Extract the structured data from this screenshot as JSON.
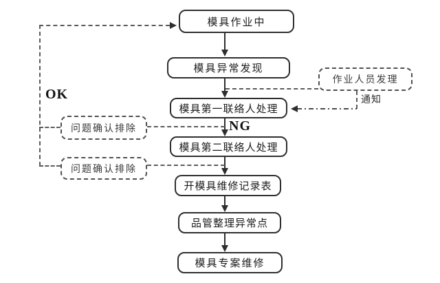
{
  "diagram": {
    "kind": "flowchart",
    "topic": "mold-abnormality-handling-process",
    "colors": {
      "background": "#ffffff",
      "solid_line": "#2e2e2e",
      "dashed_line": "#5a5a5a",
      "text": "#1c1c1c"
    }
  },
  "nodes": {
    "operating": {
      "label": "模具作业中",
      "style": "solid"
    },
    "abnormal": {
      "label": "模具异常发现",
      "style": "solid"
    },
    "contact1": {
      "label": "模具第一联络人处理",
      "style": "solid"
    },
    "contact2": {
      "label": "模具第二联络人处理",
      "style": "solid"
    },
    "record": {
      "label": "开模具维修记录表",
      "style": "solid"
    },
    "qc": {
      "label": "品管整理异常点",
      "style": "solid"
    },
    "repair": {
      "label": "模具专案维修",
      "style": "solid"
    },
    "operator": {
      "label": "作业人员发理",
      "style": "dashed"
    },
    "issue1": {
      "label": "问题确认排除",
      "style": "dashed"
    },
    "issue2": {
      "label": "问题确认排除",
      "style": "dashed"
    }
  },
  "edge_labels": {
    "ok": "OK",
    "ng": "NG",
    "notify": "通知"
  }
}
